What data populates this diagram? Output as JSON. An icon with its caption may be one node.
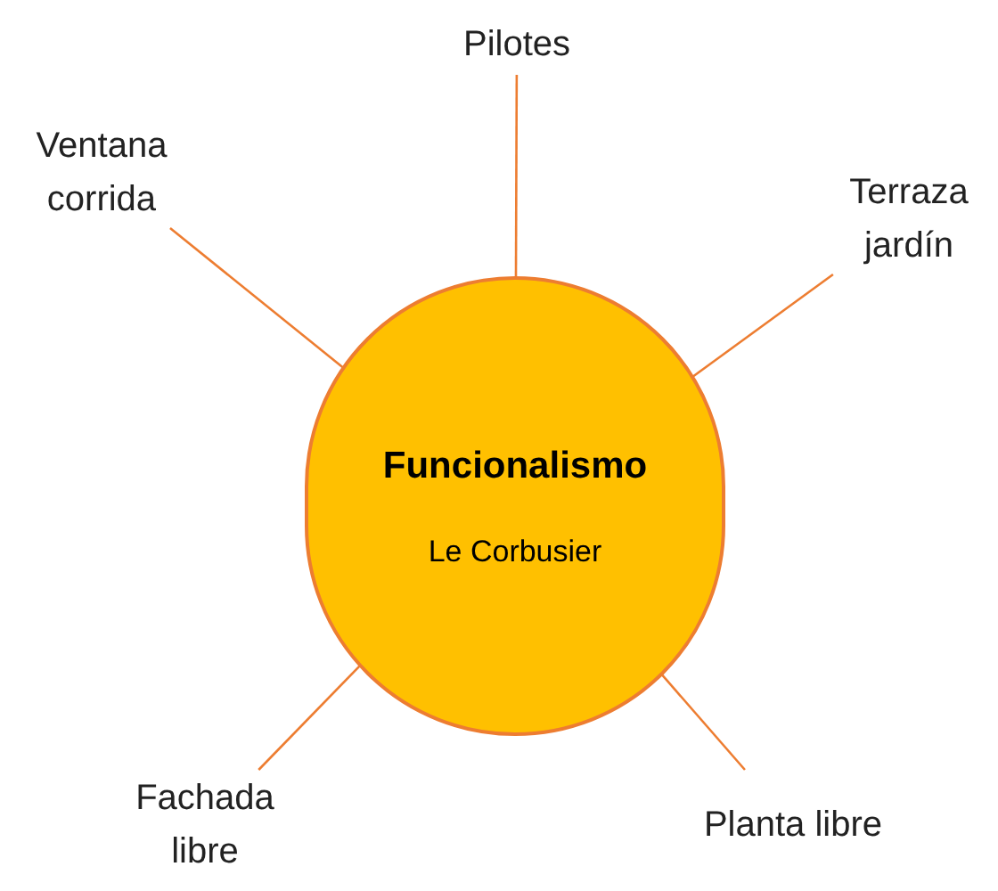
{
  "diagram": {
    "nodes": [
      {
        "text": [
          "Funcionalismo",
          "Le Corbusier"
        ]
      },
      {
        "text": [
          "Pilotes"
        ]
      },
      {
        "text": [
          "Ventana corrida"
        ]
      },
      {
        "text": [
          "Terraza jardín"
        ]
      },
      {
        "text": [
          "Fachada libre"
        ]
      },
      {
        "text": [
          "Planta libre"
        ]
      }
    ],
    "edges": [
      {
        "from": 0,
        "to": 1,
        "arrow": "none"
      },
      {
        "from": 0,
        "to": 2,
        "arrow": "none"
      },
      {
        "from": 0,
        "to": 3,
        "arrow": "none"
      },
      {
        "from": 0,
        "to": 4,
        "arrow": "none"
      },
      {
        "from": 0,
        "to": 5,
        "arrow": "none"
      }
    ]
  }
}
